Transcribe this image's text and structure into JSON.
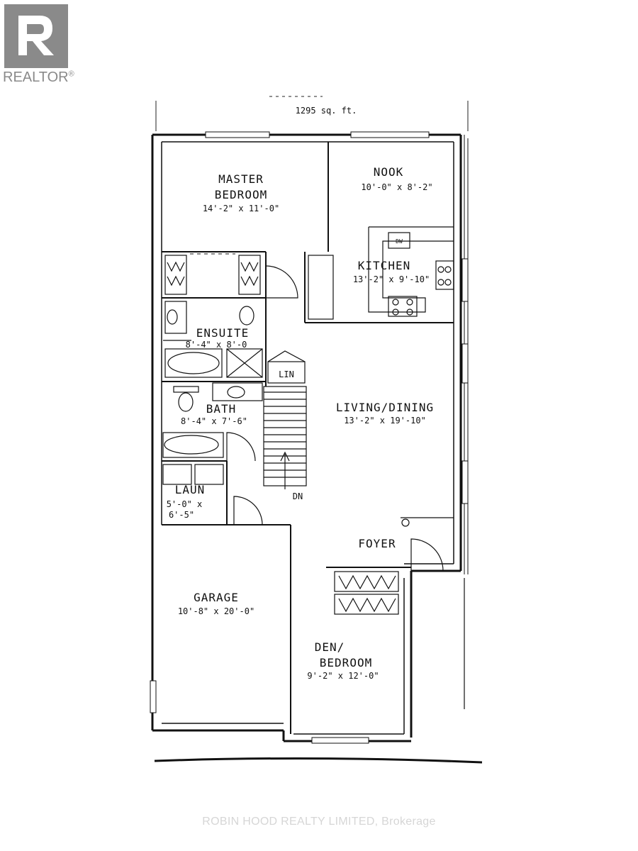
{
  "logo": {
    "text": "REALTOR",
    "registered_mark": "®",
    "color": "#8a8a8a"
  },
  "plan": {
    "area": "1295 sq. ft.",
    "rooms": {
      "master": {
        "name_line1": "MASTER",
        "name_line2": "BEDROOM",
        "dims": "14'-2\" x 11'-0\""
      },
      "nook": {
        "name": "NOOK",
        "dims": "10'-0\" x 8'-2\""
      },
      "kitchen": {
        "name": "KITCHEN",
        "dims": "13'-2\" x 9'-10\"",
        "dw_label": "DW"
      },
      "ensuite": {
        "name": "ENSUITE",
        "dims": "8'-4\" x 8'-0"
      },
      "linen": {
        "name": "LIN"
      },
      "bath": {
        "name": "BATH",
        "dims": "8'-4\" x 7'-6\""
      },
      "living": {
        "name": "LIVING/DINING",
        "dims": "13'-2\" x 19'-10\""
      },
      "stairs": {
        "label": "DN"
      },
      "laundry": {
        "name": "LAUN",
        "dims_line1": "5'-0\" x",
        "dims_line2": "6'-5\""
      },
      "foyer": {
        "name": "FOYER"
      },
      "garage": {
        "name": "GARAGE",
        "dims": "10'-8\" x 20'-0\""
      },
      "den": {
        "name_line1": "DEN/",
        "name_line2": "BEDROOM",
        "dims": "9'-2\" x 12'-0\""
      }
    }
  },
  "watermark": "ROBIN HOOD REALTY LIMITED, Brokerage"
}
